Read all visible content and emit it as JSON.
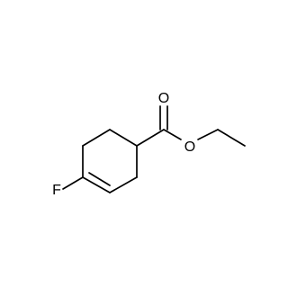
{
  "molecule": {
    "atoms": {
      "fluorine": "F",
      "carbonyl_oxygen": "O",
      "ester_oxygen": "O"
    }
  }
}
